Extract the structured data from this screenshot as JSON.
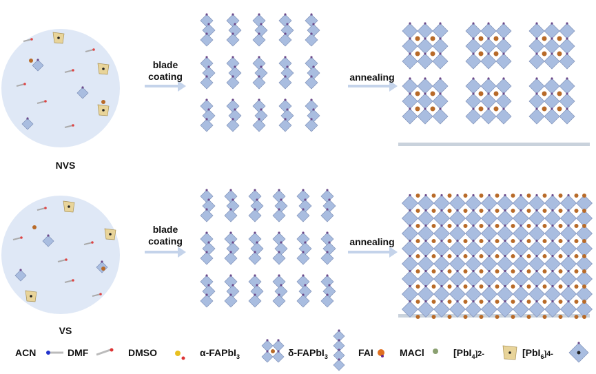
{
  "rows": [
    {
      "name": "NVS",
      "step1": "blade\ncoating",
      "step2": "annealing"
    },
    {
      "name": "VS",
      "step1": "blade\ncoating",
      "step2": "annealing"
    }
  ],
  "legend": {
    "acn": "ACN",
    "dmf": "DMF",
    "dmso": "DMSO",
    "alpha": "α-FAPbI",
    "delta": "δ-FAPbI",
    "sub3": "3",
    "fai": "FAI",
    "macl": "MACl",
    "pbi4": "[PbI",
    "pbi4_sub": "4",
    "pbi4_sup": "]2-",
    "pbi6": "[PbI",
    "pbi6_sub": "6",
    "pbi6_sup": "]4-"
  },
  "colors": {
    "octahedron": "#a9bde0",
    "octahedron_edge": "#7d8fb8",
    "tetra": "#e8d49a",
    "cation": "#b86a28",
    "circle": "#dfe8f6",
    "arrow": "#c4d3ea",
    "substrate": "#c9d2dc"
  }
}
